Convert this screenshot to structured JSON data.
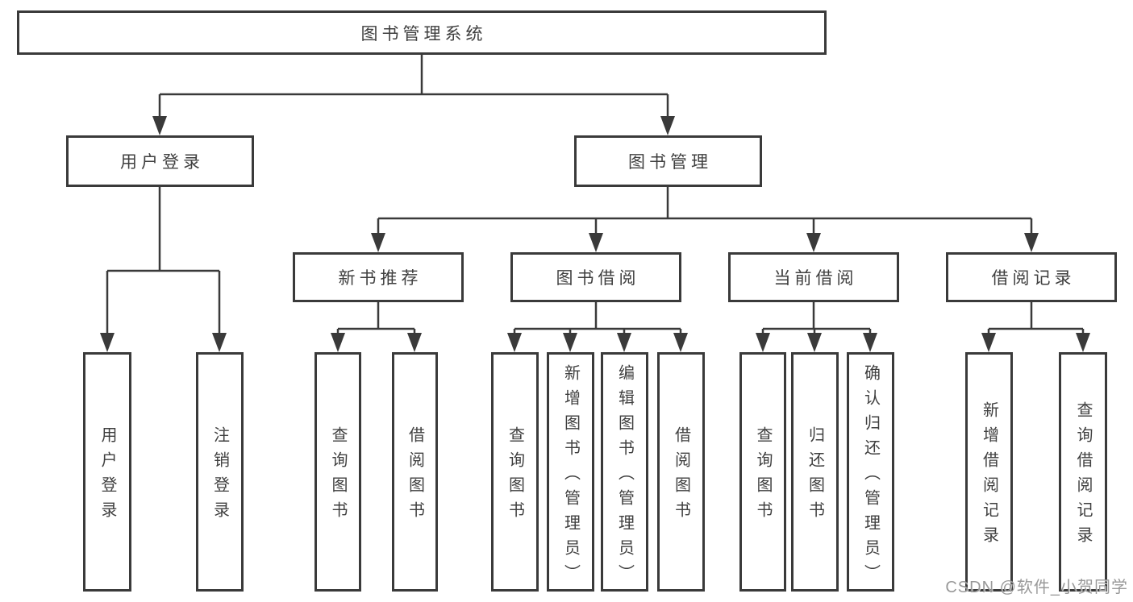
{
  "diagram": {
    "kind": "functional-structure-chart",
    "colors": {
      "line": "#3a3a3a",
      "box_border": "#3a3a3a",
      "box_fill": "#ffffff",
      "text": "#3f3f3f",
      "background": "#ffffff",
      "watermark": "#949494"
    },
    "tree": {
      "root": {
        "label": "图书管理系统"
      },
      "level2": [
        {
          "label": "用户登录",
          "children": [
            {
              "label": "用户登录"
            },
            {
              "label": "注销登录"
            }
          ]
        },
        {
          "label": "图书管理",
          "children": [
            {
              "label": "新书推荐",
              "children": [
                {
                  "label": "查询图书"
                },
                {
                  "label": "借阅图书"
                }
              ]
            },
            {
              "label": "图书借阅",
              "children": [
                {
                  "label": "查询图书"
                },
                {
                  "label": "新增图书（管理员）"
                },
                {
                  "label": "编辑图书（管理员）"
                },
                {
                  "label": "借阅图书"
                }
              ]
            },
            {
              "label": "当前借阅",
              "children": [
                {
                  "label": "查询图书"
                },
                {
                  "label": "归还图书"
                },
                {
                  "label": "确认归还（管理员）"
                }
              ]
            },
            {
              "label": "借阅记录",
              "children": [
                {
                  "label": "新增借阅记录"
                },
                {
                  "label": "查询借阅记录"
                }
              ]
            }
          ]
        }
      ]
    }
  },
  "watermark": {
    "text": "CSDN @软件_小贺同学"
  }
}
